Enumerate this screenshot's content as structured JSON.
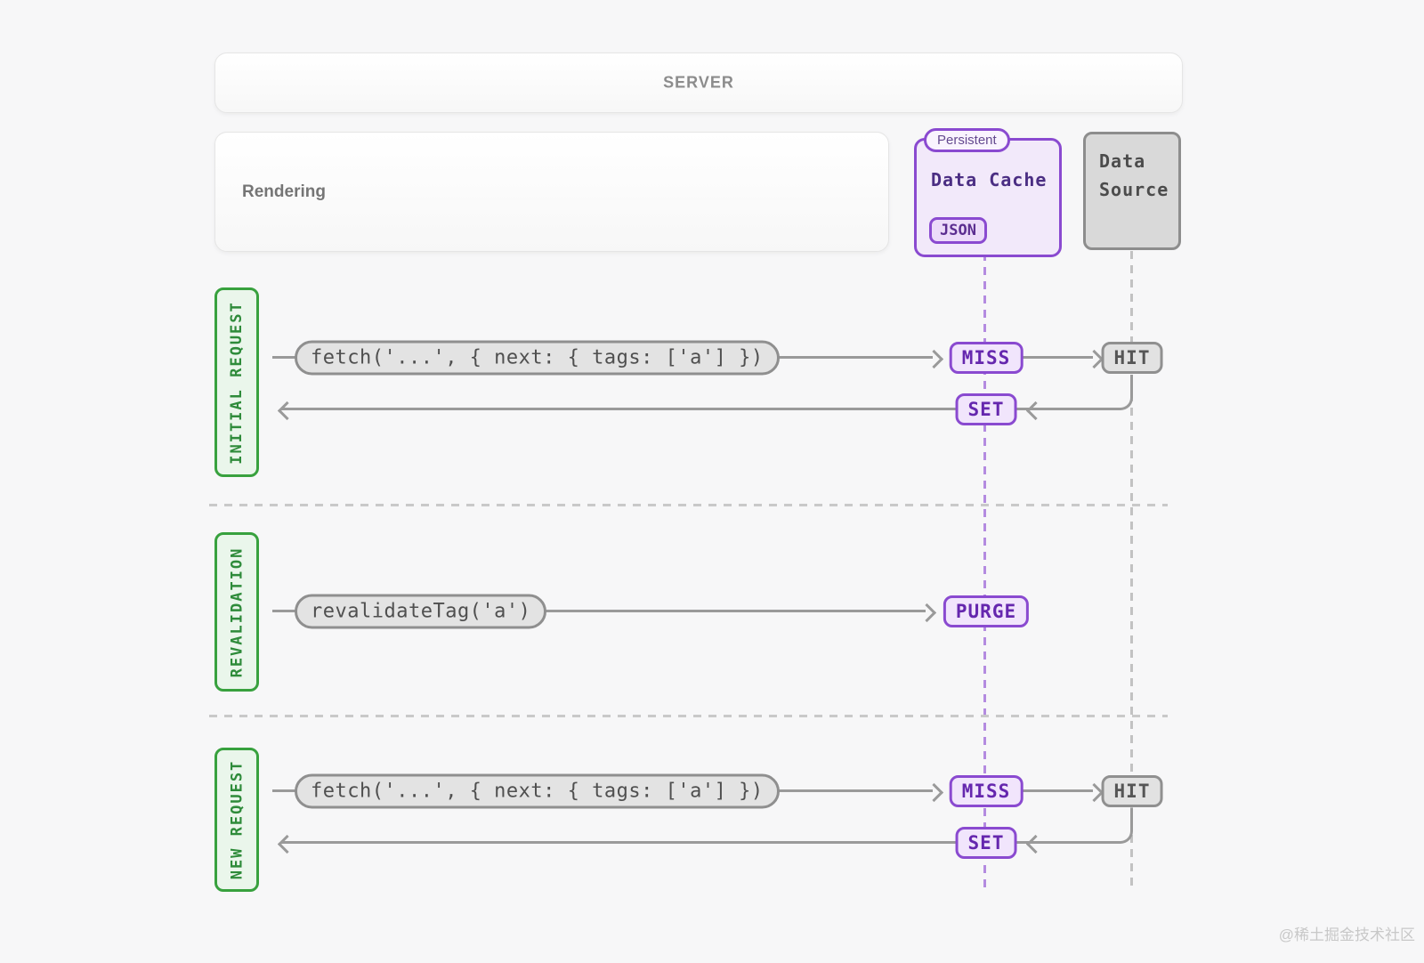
{
  "diagram": {
    "server": {
      "label": "SERVER"
    },
    "rendering": {
      "label": "Rendering"
    },
    "data_cache": {
      "badge": "Persistent",
      "title": "Data Cache",
      "format_tag": "JSON"
    },
    "data_source": {
      "line1": "Data",
      "line2": "Source"
    },
    "lanes": [
      {
        "label": "INITIAL REQUEST",
        "call": "fetch('...', { next: { tags: ['a'] })",
        "cache_result": "MISS",
        "source_result": "HIT",
        "return_action": "SET"
      },
      {
        "label": "REVALIDATION",
        "call": "revalidateTag('a')",
        "cache_result": "PURGE"
      },
      {
        "label": "NEW REQUEST",
        "call": "fetch('...', { next: { tags: ['a'] })",
        "cache_result": "MISS",
        "source_result": "HIT",
        "return_action": "SET"
      }
    ],
    "colors": {
      "purple_accent": "#8a4ad0",
      "green_accent": "#38a13e",
      "gray_line": "#9a9a9a",
      "background": "#f7f7f8"
    },
    "watermark": "@稀土掘金技术社区"
  }
}
